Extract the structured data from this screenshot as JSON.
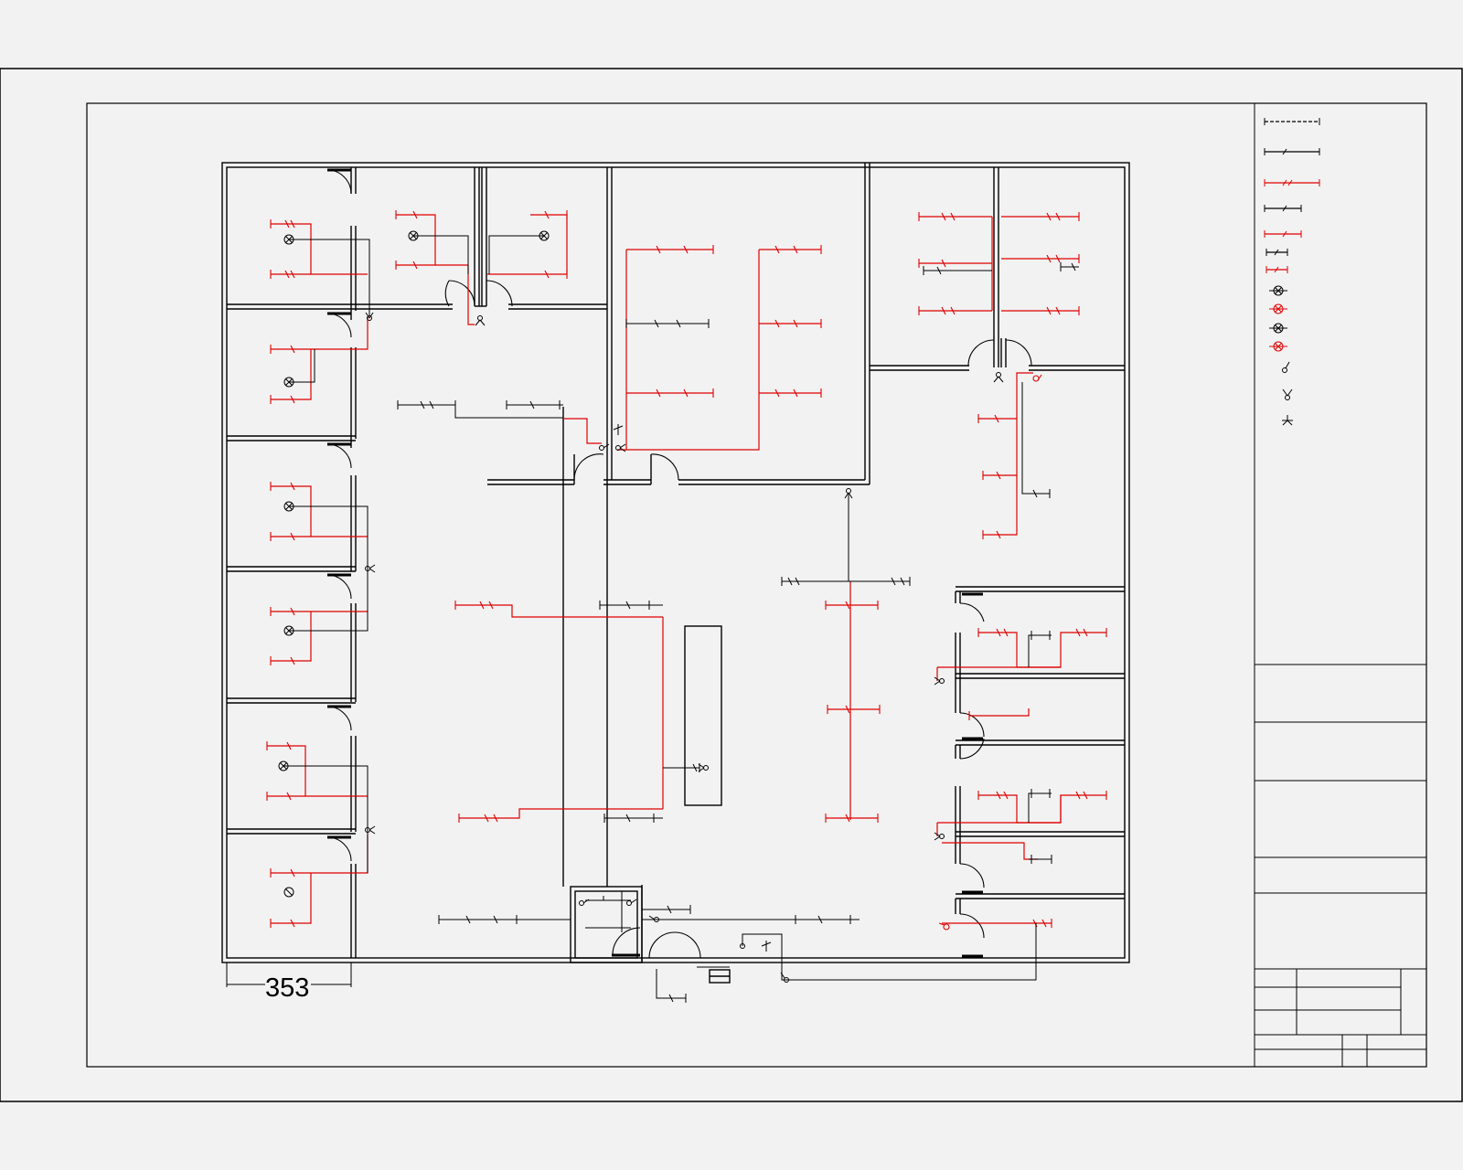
{
  "dimension": {
    "value": "353"
  },
  "legend": [
    {
      "symbol": "dashed-line",
      "color": "#000000"
    },
    {
      "symbol": "line-tick",
      "color": "#000000"
    },
    {
      "symbol": "line-double-tick",
      "color": "#e00000"
    },
    {
      "symbol": "line-tick",
      "color": "#000000"
    },
    {
      "symbol": "line-tick-end",
      "color": "#e00000"
    },
    {
      "symbol": "short-tick",
      "color": "#000000"
    },
    {
      "symbol": "short-tick",
      "color": "#e00000"
    },
    {
      "symbol": "lamp-x",
      "color": "#000000"
    },
    {
      "symbol": "lamp-x",
      "color": "#e00000"
    },
    {
      "symbol": "lamp-x",
      "color": "#000000"
    },
    {
      "symbol": "lamp-x",
      "color": "#e00000"
    },
    {
      "symbol": "switch-single",
      "color": "#000000"
    },
    {
      "symbol": "switch-double",
      "color": "#000000"
    },
    {
      "symbol": "outlet",
      "color": "#000000"
    }
  ],
  "colors": {
    "wire_light": "#e00000",
    "wire_power": "#000000",
    "paper": "#f2f2f2"
  }
}
